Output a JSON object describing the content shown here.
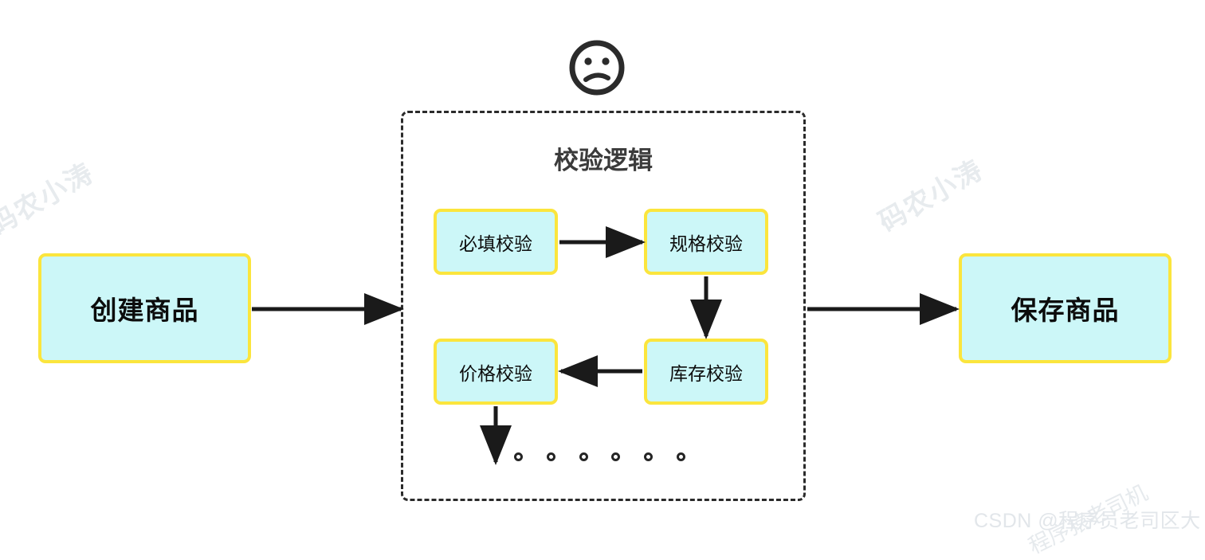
{
  "diagram": {
    "title_icon": "sad-face-icon",
    "group": {
      "label": "校验逻辑",
      "style": "dashed"
    },
    "nodes": [
      {
        "id": "create",
        "label": "创建商品",
        "size": "large"
      },
      {
        "id": "required",
        "label": "必填校验",
        "size": "small"
      },
      {
        "id": "spec",
        "label": "规格校验",
        "size": "small"
      },
      {
        "id": "stock",
        "label": "库存校验",
        "size": "small"
      },
      {
        "id": "price",
        "label": "价格校验",
        "size": "small"
      },
      {
        "id": "save",
        "label": "保存商品",
        "size": "large"
      }
    ],
    "edges": [
      {
        "from": "create",
        "to": "group",
        "direction": "right"
      },
      {
        "from": "required",
        "to": "spec",
        "direction": "right"
      },
      {
        "from": "spec",
        "to": "stock",
        "direction": "down"
      },
      {
        "from": "stock",
        "to": "price",
        "direction": "left"
      },
      {
        "from": "price",
        "to": "more",
        "direction": "down"
      },
      {
        "from": "group",
        "to": "save",
        "direction": "right"
      }
    ],
    "ellipsis_dots": 6,
    "colors": {
      "node_fill": "#CCF7F8",
      "node_border": "#FBE53D",
      "group_border": "#2B2B2B",
      "arrow": "#1A1A1A",
      "text": "#0C0C0C",
      "group_title_text": "#3B3B3B",
      "watermark": "#DFE4E8",
      "background": "#FFFFFF"
    }
  },
  "watermarks": {
    "author_rotated": "码农小涛",
    "csdn": "CSDN @程序员老司区大",
    "csdn_overlay": "程序猿老司机"
  }
}
